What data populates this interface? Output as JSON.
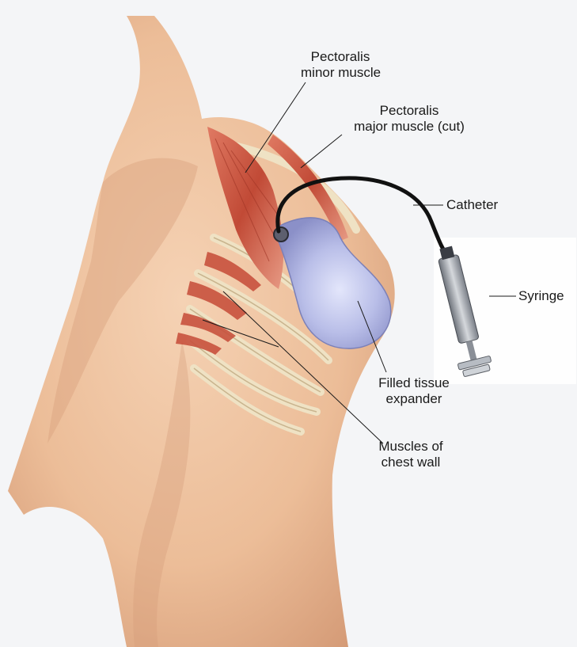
{
  "colors": {
    "background": "#f4f5f7",
    "skin": "#efc4a0",
    "skin_shadow": "#d9a27e",
    "muscle": "#c8523e",
    "rib": "#efe2c4",
    "expander": "#b7bde6",
    "catheter": "#111111",
    "syringe": "#9aa0aa",
    "leader": "#1a1a1a"
  },
  "labels": {
    "pectoralis_minor": [
      "Pectoralis",
      "minor muscle"
    ],
    "pectoralis_major": [
      "Pectoralis",
      "major muscle (cut)"
    ],
    "catheter": "Catheter",
    "syringe": "Syringe",
    "expander": [
      "Filled tissue",
      "expander"
    ],
    "chest_wall": [
      "Muscles of",
      "chest wall"
    ]
  }
}
